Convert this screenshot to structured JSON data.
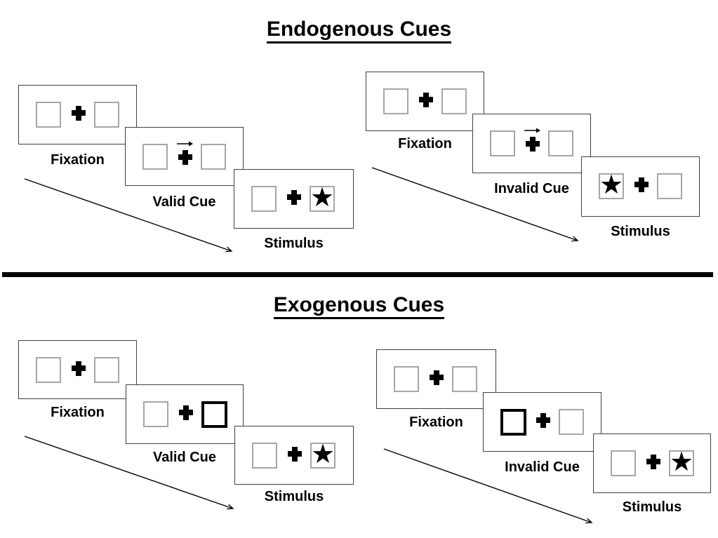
{
  "glyphs": {
    "star": "★"
  },
  "icons": {
    "fixation_cross": "plus-cross",
    "cue_arrow": "right-arrow",
    "timeline_arrow": "diagonal-down-right-arrow",
    "star": "black-star"
  },
  "colors": {
    "background": "#ffffff",
    "ink": "#000000",
    "panel_border": "#3f3f3f",
    "box_border": "#a6a6a6",
    "cue_box_border": "#000000"
  },
  "sections": [
    {
      "title": "Endogenous Cues",
      "groups": [
        {
          "condition": "valid",
          "panels": [
            {
              "label": "Fixation",
              "left_box": "empty",
              "center": "fixation-cross",
              "right_box": "empty"
            },
            {
              "label": "Valid Cue",
              "left_box": "empty",
              "center": "fixation-cross",
              "cue": "central-arrow-pointing-right",
              "right_box": "empty"
            },
            {
              "label": "Stimulus",
              "left_box": "empty",
              "center": "fixation-cross",
              "right_box": "star"
            }
          ]
        },
        {
          "condition": "invalid",
          "panels": [
            {
              "label": "Fixation",
              "left_box": "empty",
              "center": "fixation-cross",
              "right_box": "empty"
            },
            {
              "label": "Invalid Cue",
              "left_box": "empty",
              "center": "fixation-cross",
              "cue": "central-arrow-pointing-right",
              "right_box": "empty"
            },
            {
              "label": "Stimulus",
              "left_box": "star",
              "center": "fixation-cross",
              "right_box": "empty"
            }
          ]
        }
      ]
    },
    {
      "title": "Exogenous Cues",
      "groups": [
        {
          "condition": "valid",
          "panels": [
            {
              "label": "Fixation",
              "left_box": "empty",
              "center": "fixation-cross",
              "right_box": "empty"
            },
            {
              "label": "Valid Cue",
              "left_box": "empty",
              "center": "fixation-cross",
              "right_box": "highlighted-box"
            },
            {
              "label": "Stimulus",
              "left_box": "empty",
              "center": "fixation-cross",
              "right_box": "star"
            }
          ]
        },
        {
          "condition": "invalid",
          "panels": [
            {
              "label": "Fixation",
              "left_box": "empty",
              "center": "fixation-cross",
              "right_box": "empty"
            },
            {
              "label": "Invalid Cue",
              "left_box": "highlighted-box",
              "center": "fixation-cross",
              "right_box": "empty"
            },
            {
              "label": "Stimulus",
              "left_box": "empty",
              "center": "fixation-cross",
              "right_box": "star"
            }
          ]
        }
      ]
    }
  ]
}
